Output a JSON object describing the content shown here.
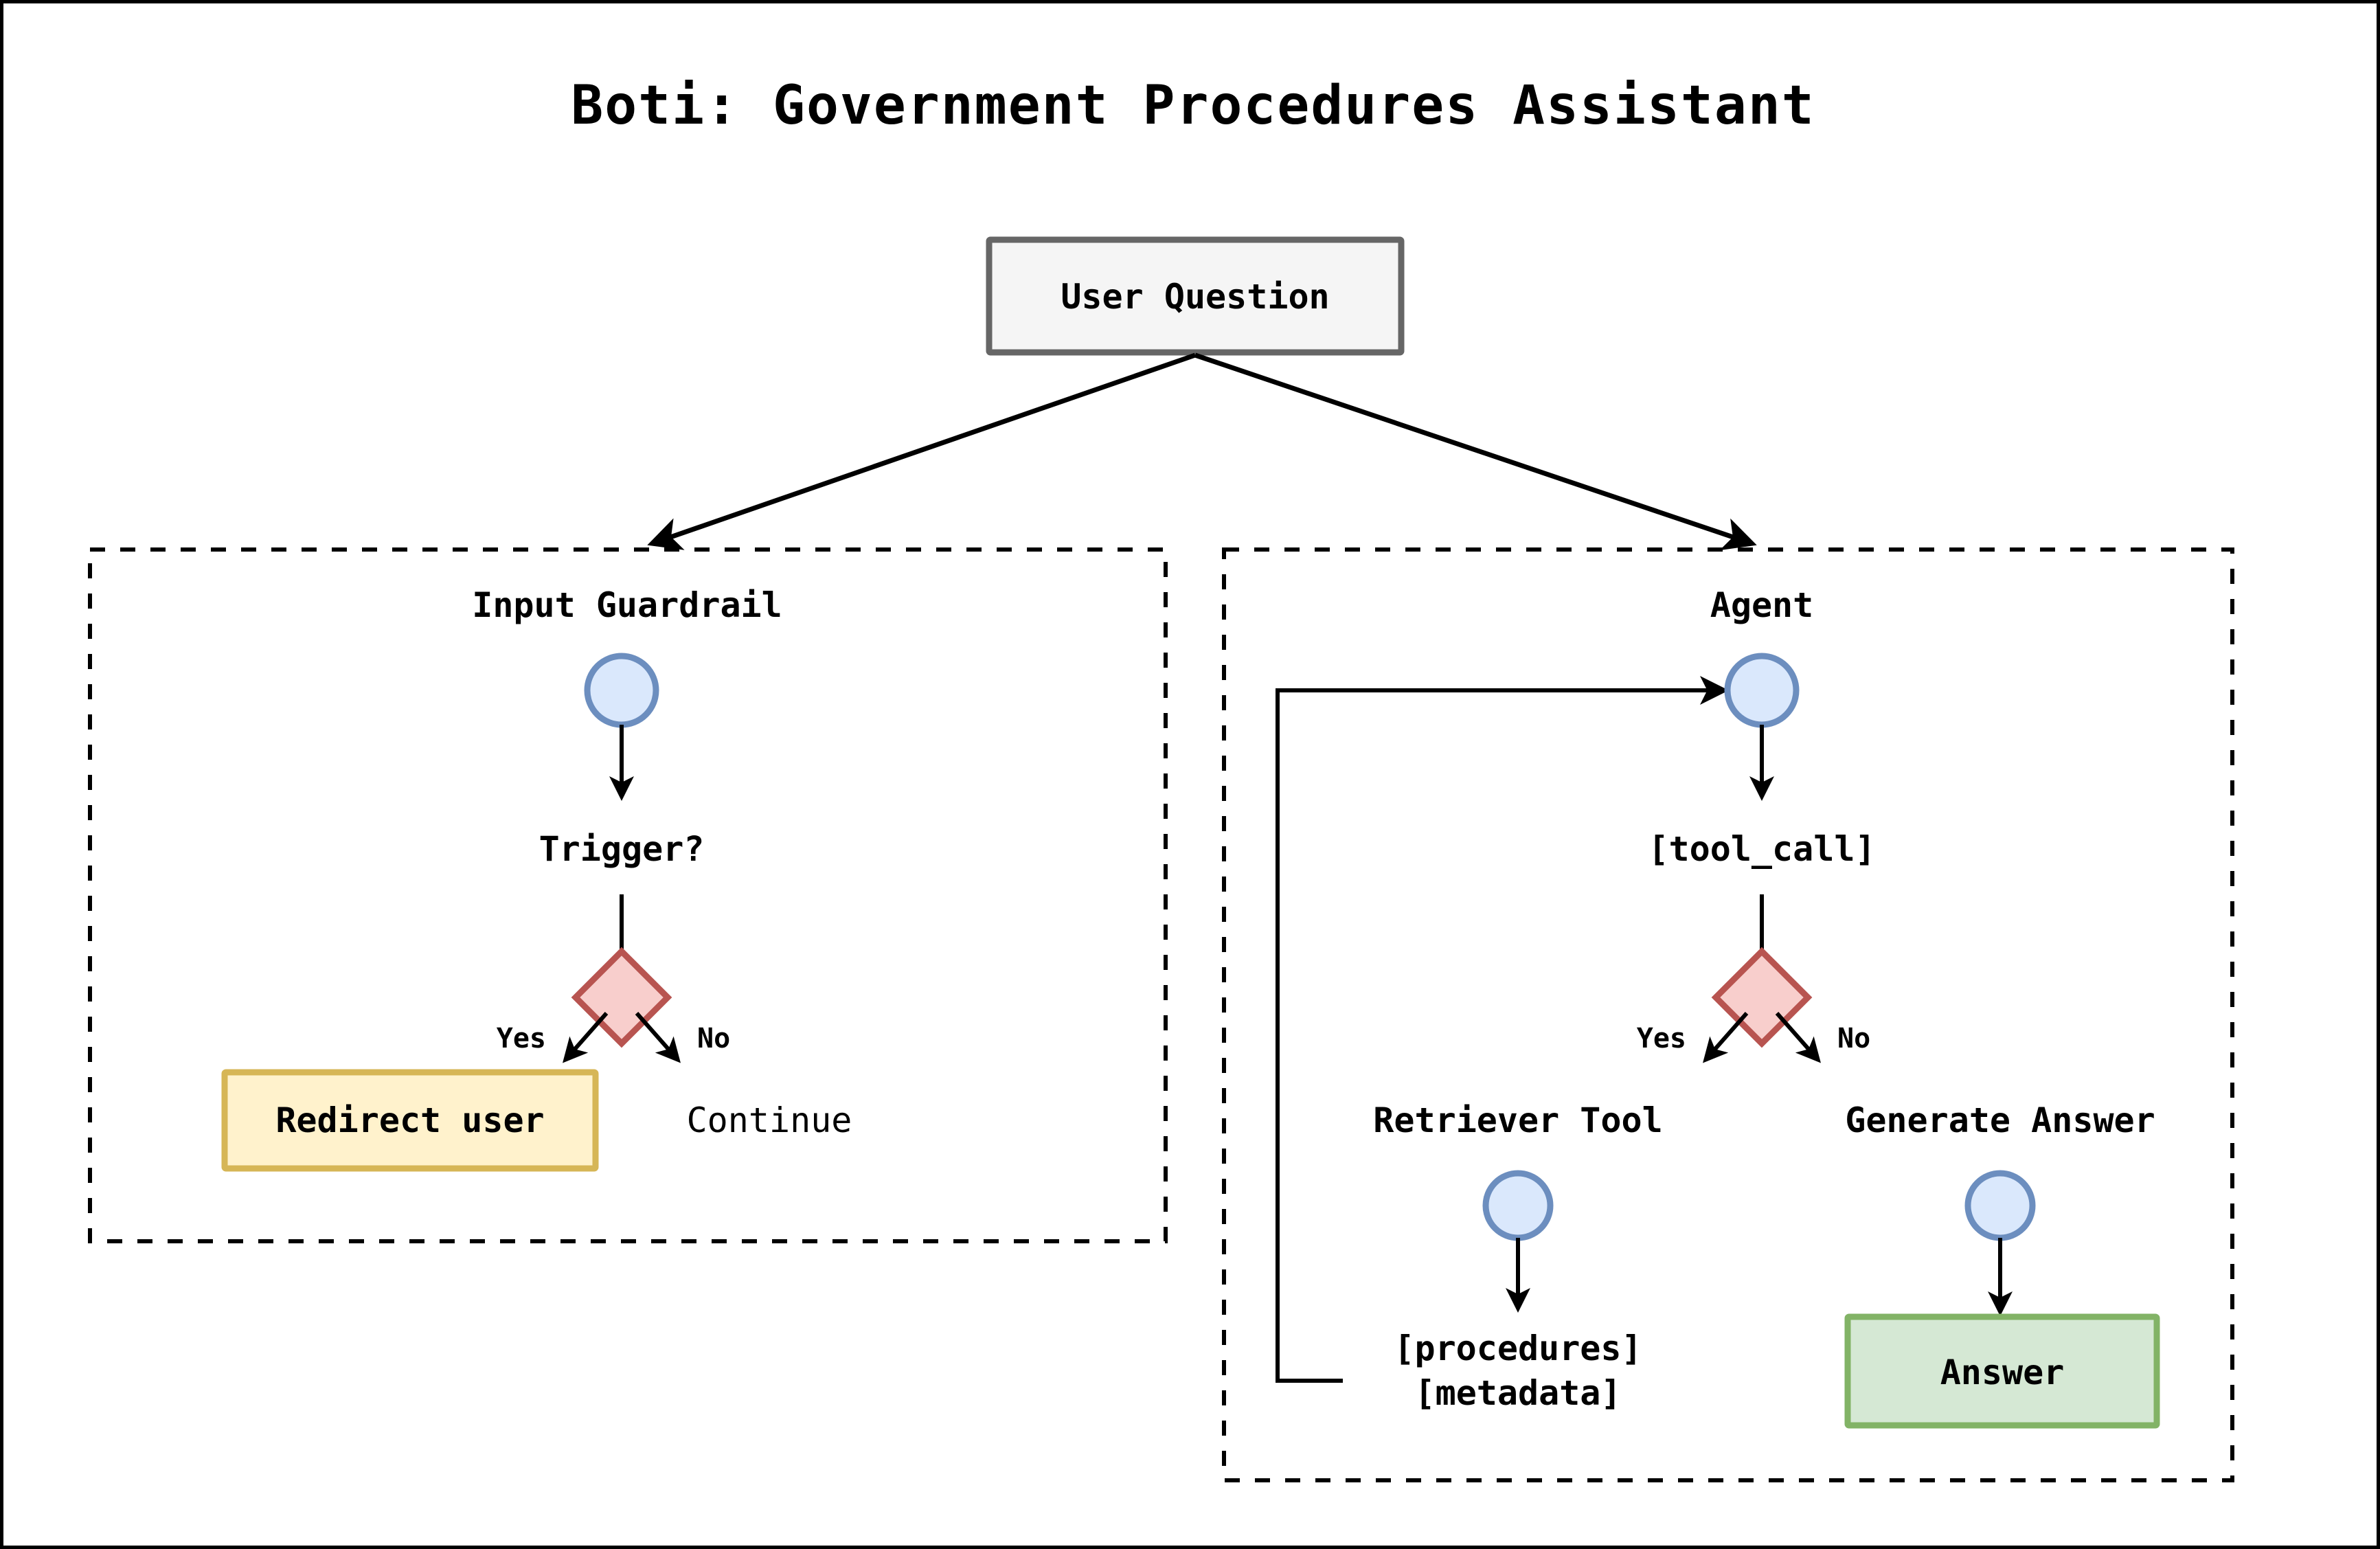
{
  "page": {
    "title": "Boti: Government Procedures Assistant",
    "border_color": "#000000",
    "background": "#ffffff"
  },
  "colors": {
    "start_box_fill": "#f5f5f5",
    "start_box_border": "#666666",
    "circle_fill": "#dae8fc",
    "circle_border": "#6c8ebf",
    "decision_fill": "#f8cecc",
    "decision_border": "#b85450",
    "warn_box_fill": "#fff2cc",
    "warn_box_border": "#d6b656",
    "answer_box_fill": "#d5e8d4",
    "answer_box_border": "#82b366",
    "edge_color": "#000000"
  },
  "entry": {
    "label": "User Question"
  },
  "groups": [
    {
      "id": "input-guardrail",
      "title": "Input Guardrail",
      "nodes": {
        "start_circle": "guardrail-start-circle",
        "decision_label": "Trigger?",
        "decision_shape": "guardrail-decision-diamond",
        "yes_label": "Yes",
        "no_label": "No",
        "yes_target": "Redirect user",
        "no_target": "Continue"
      }
    },
    {
      "id": "agent",
      "title": "Agent",
      "nodes": {
        "start_circle": "agent-start-circle",
        "decision_label": "[tool_call]",
        "decision_shape": "agent-decision-diamond",
        "yes_label": "Yes",
        "no_label": "No",
        "yes_branch_title": "Retriever Tool",
        "yes_branch_circle": "retriever-circle",
        "yes_branch_output_line1": "[procedures]",
        "yes_branch_output_line2": "[metadata]",
        "no_branch_title": "Generate Answer",
        "no_branch_circle": "generate-answer-circle",
        "no_branch_output": "Answer"
      }
    }
  ],
  "edges": [
    {
      "from": "User Question",
      "to": "Input Guardrail",
      "label": ""
    },
    {
      "from": "User Question",
      "to": "Agent",
      "label": ""
    },
    {
      "from": "Trigger?",
      "to": "Redirect user",
      "label": "Yes"
    },
    {
      "from": "Trigger?",
      "to": "Continue",
      "label": "No"
    },
    {
      "from": "[tool_call]",
      "to": "Retriever Tool",
      "label": "Yes"
    },
    {
      "from": "[tool_call]",
      "to": "Generate Answer",
      "label": "No"
    },
    {
      "from": "[procedures] [metadata]",
      "to": "Agent",
      "label": ""
    }
  ]
}
